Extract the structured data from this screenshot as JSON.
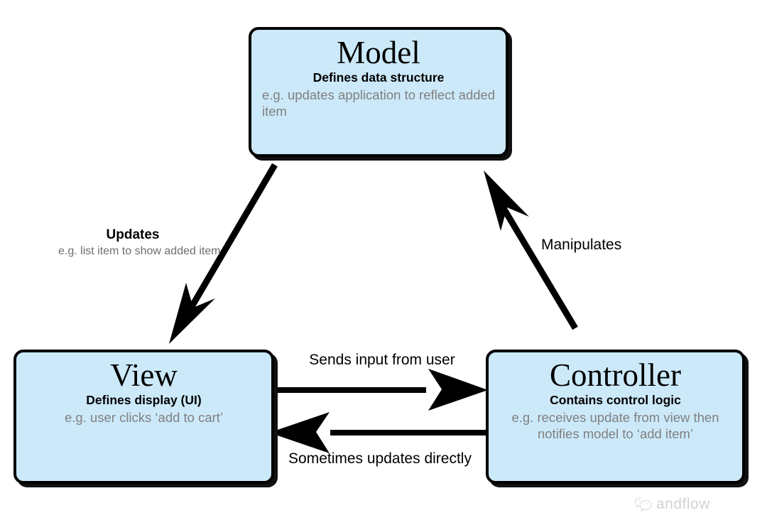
{
  "diagram": {
    "title": "MVC (Model View Controller) architecture diagram",
    "accent_fill": "#cce9f9",
    "stroke_color": "#000000",
    "muted_text_color": "#808080"
  },
  "nodes": [
    {
      "id": "model",
      "title": "Model",
      "subtitle": "Defines data structure",
      "example": "e.g. updates application to reflect added item"
    },
    {
      "id": "view",
      "title": "View",
      "subtitle": "Defines display (UI)",
      "example": "e.g. user clicks ‘add to cart’"
    },
    {
      "id": "controller",
      "title": "Controller",
      "subtitle": "Contains control logic",
      "example": "e.g. receives update from view then notifies model to ‘add item’"
    }
  ],
  "edges": [
    {
      "id": "model-to-view",
      "label": "Updates",
      "example": "e.g. list item to show added item",
      "from": "model",
      "to": "view"
    },
    {
      "id": "controller-to-model",
      "label": "Manipulates",
      "example": "",
      "from": "controller",
      "to": "model"
    },
    {
      "id": "view-to-controller",
      "label": "Sends input from user",
      "example": "",
      "from": "view",
      "to": "controller"
    },
    {
      "id": "controller-to-view",
      "label": "Sometimes updates directly",
      "example": "",
      "from": "controller",
      "to": "view"
    }
  ],
  "watermark": {
    "text": "andflow",
    "icon": "wechat-bubble-icon"
  }
}
